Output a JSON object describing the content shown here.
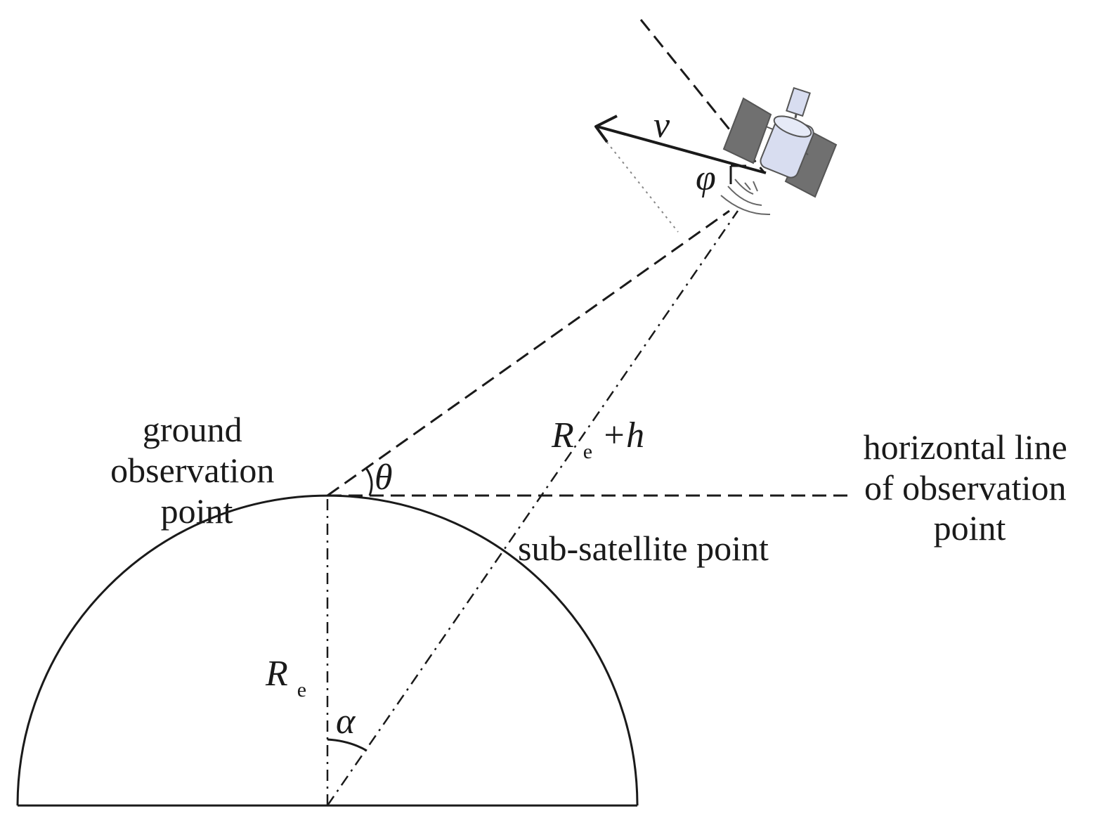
{
  "labels": {
    "ground_observation_point": [
      "ground",
      "observation",
      "point"
    ],
    "horizontal_line": [
      "horizontal line",
      "of observation",
      "point"
    ],
    "sub_satellite_point": "sub-satellite point",
    "velocity": "v",
    "phi": "φ",
    "theta": "θ",
    "alpha": "α",
    "re_main": "R",
    "re_sub": "e",
    "reh_main": "R",
    "reh_sub": "e",
    "reh_tail": "+h"
  },
  "colors": {
    "line": "#1a1a1a",
    "satellite_panel": "#707070",
    "satellite_body": "#d8ddf0",
    "satellite_outline": "#555555"
  }
}
